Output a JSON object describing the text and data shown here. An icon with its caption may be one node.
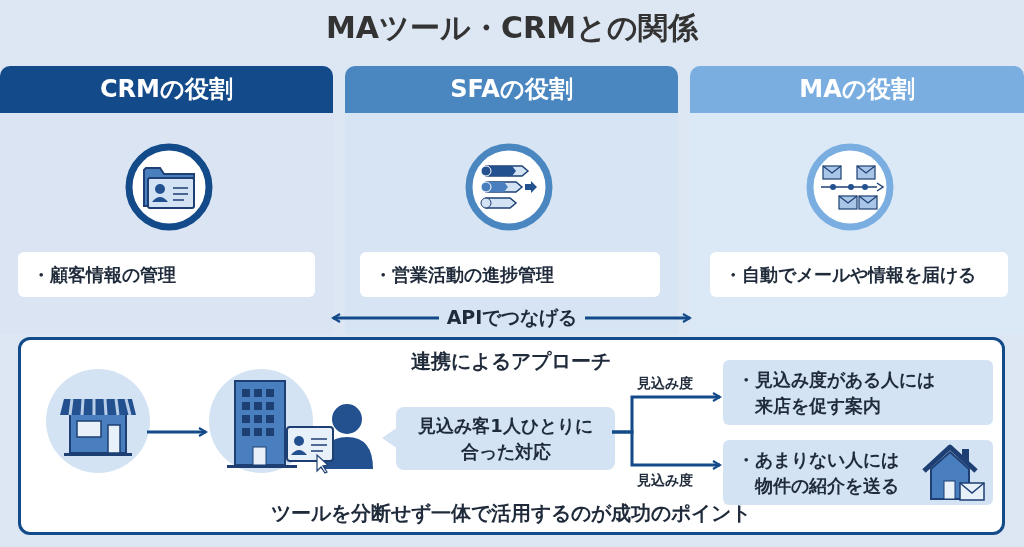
{
  "diagram": {
    "title": "MAツール・CRMとの関係",
    "nodes": [
      {
        "text": [
          "CRMの役割"
        ]
      },
      {
        "text": [
          "・顧客情報の管理"
        ],
        "in": 0
      },
      {
        "text": [
          "SFAの役割"
        ]
      },
      {
        "text": [
          "・営業活動の進捗管理"
        ],
        "in": 2
      },
      {
        "text": [
          "MAの役割"
        ]
      },
      {
        "text": [
          "・自動でメールや情報を届ける"
        ],
        "in": 4
      },
      {
        "text": [
          "連携によるアプローチ",
          "ツールを分断せず一体で活用するのが成功のポイント"
        ]
      },
      {
        "text": [],
        "shape": "picture",
        "in": 6
      },
      {
        "text": [],
        "shape": "picture",
        "in": 6
      },
      {
        "text": [
          "見込み客1人ひとりに合った対応"
        ],
        "in": 6
      },
      {
        "text": [
          "・見込み度がある人には来店を促す案内"
        ],
        "in": 6
      },
      {
        "text": [
          "・あまりない人には物件の紹介を送る"
        ],
        "in": 6
      }
    ],
    "edges": [
      {
        "from": 0,
        "to": 4,
        "arrow": "both",
        "label": "APIでつなげる"
      },
      {
        "from": 7,
        "to": 8,
        "arrow": "to"
      },
      {
        "from": 9,
        "to": 10,
        "arrow": "to",
        "label": "見込み度"
      },
      {
        "from": 9,
        "to": 11,
        "arrow": "to",
        "label": "見込み度"
      }
    ]
  }
}
